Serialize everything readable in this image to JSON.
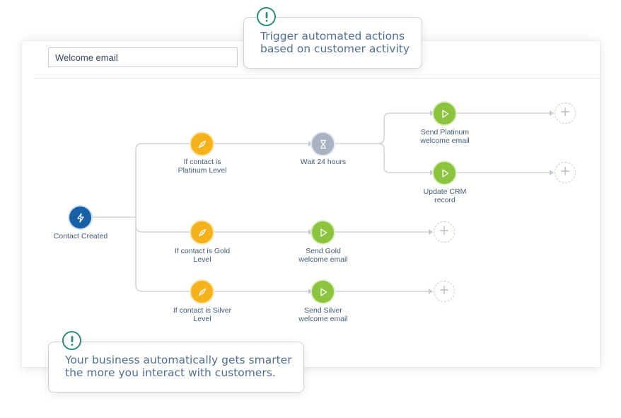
{
  "workflow": {
    "name_value": "Welcome email"
  },
  "callouts": {
    "top": {
      "line1": "Trigger automated actions",
      "line2": "based on customer activity"
    },
    "bottom": {
      "line1": "Your business automatically gets smarter",
      "line2": "the more you interact with customers."
    }
  },
  "nodes": {
    "trigger": {
      "line1": "Contact Created",
      "icon": "lightning-icon"
    },
    "platinum_branch": {
      "line1": "If contact is",
      "line2": "Platinum Level",
      "icon": "compass-icon"
    },
    "wait": {
      "line1": "Wait 24 hours",
      "icon": "hourglass-icon"
    },
    "send_platinum": {
      "line1": "Send Platinum",
      "line2": "welcome email",
      "icon": "play-icon"
    },
    "update_crm": {
      "line1": "Update CRM",
      "line2": "record",
      "icon": "play-icon"
    },
    "gold_branch": {
      "line1": "If contact is Gold",
      "line2": "Level",
      "icon": "compass-icon"
    },
    "send_gold": {
      "line1": "Send Gold",
      "line2": "welcome email",
      "icon": "play-icon"
    },
    "silver_branch": {
      "line1": "If contact is Silver",
      "line2": "Level",
      "icon": "compass-icon"
    },
    "send_silver": {
      "line1": "Send Silver",
      "line2": "welcome email",
      "icon": "play-icon"
    }
  },
  "colors": {
    "trigger": "#1660a6",
    "branch": "#f5b21b",
    "delay": "#a9b3c1",
    "action": "#8cc43f",
    "connector": "#cfd4da",
    "callout_accent": "#2e8a77"
  }
}
